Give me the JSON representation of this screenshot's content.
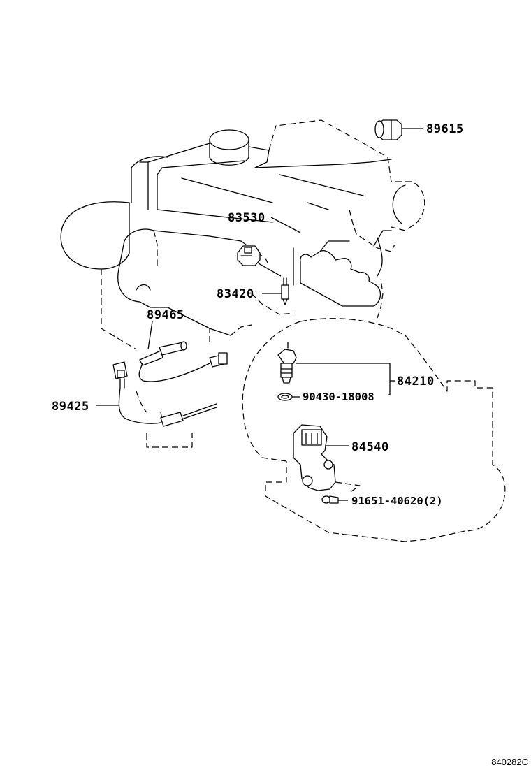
{
  "diagram": {
    "parts": [
      {
        "id": "p89615",
        "number": "89615"
      },
      {
        "id": "p83530",
        "number": "83530"
      },
      {
        "id": "p83420",
        "number": "83420"
      },
      {
        "id": "p89465",
        "number": "89465"
      },
      {
        "id": "p84210",
        "number": "84210"
      },
      {
        "id": "p89425",
        "number": "89425"
      },
      {
        "id": "p90430",
        "number": "90430-18008"
      },
      {
        "id": "p84540",
        "number": "84540"
      },
      {
        "id": "p91651",
        "number": "91651-40620(2)"
      }
    ],
    "reference_code": "840282C"
  }
}
